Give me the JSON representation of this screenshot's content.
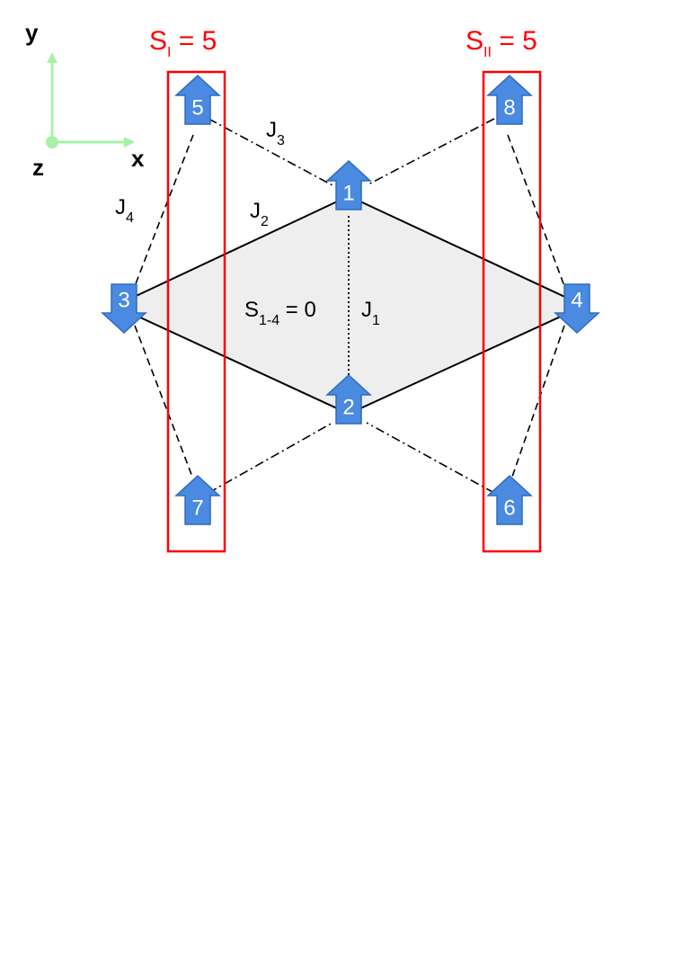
{
  "axes": {
    "y_label": "y",
    "x_label": "x",
    "z_label": "z"
  },
  "blocks": [
    {
      "id": "I",
      "label_main": "S",
      "label_sub": "I",
      "label_tail": " = 5",
      "color": "#ff0000"
    },
    {
      "id": "II",
      "label_main": "S",
      "label_sub": "II",
      "label_tail": " = 5",
      "color": "#ff0000"
    }
  ],
  "couplings": {
    "J1": {
      "main": "J",
      "sub": "1"
    },
    "J2": {
      "main": "J",
      "sub": "2"
    },
    "J3": {
      "main": "J",
      "sub": "3"
    },
    "J4": {
      "main": "J",
      "sub": "4"
    }
  },
  "center_label": {
    "main": "S",
    "sub": "1-4",
    "tail": " = 0"
  },
  "spins": [
    {
      "id": "1",
      "direction": "up"
    },
    {
      "id": "2",
      "direction": "up"
    },
    {
      "id": "3",
      "direction": "down"
    },
    {
      "id": "4",
      "direction": "down"
    },
    {
      "id": "5",
      "direction": "up"
    },
    {
      "id": "6",
      "direction": "up"
    },
    {
      "id": "7",
      "direction": "up"
    },
    {
      "id": "8",
      "direction": "up"
    }
  ],
  "colors": {
    "spin_fill": "#4a8ae0",
    "spin_stroke": "#2f6bbf",
    "axis": "#a8f0a8",
    "block_outline": "#ff0000",
    "rhombus_fill": "#eeeeee"
  }
}
